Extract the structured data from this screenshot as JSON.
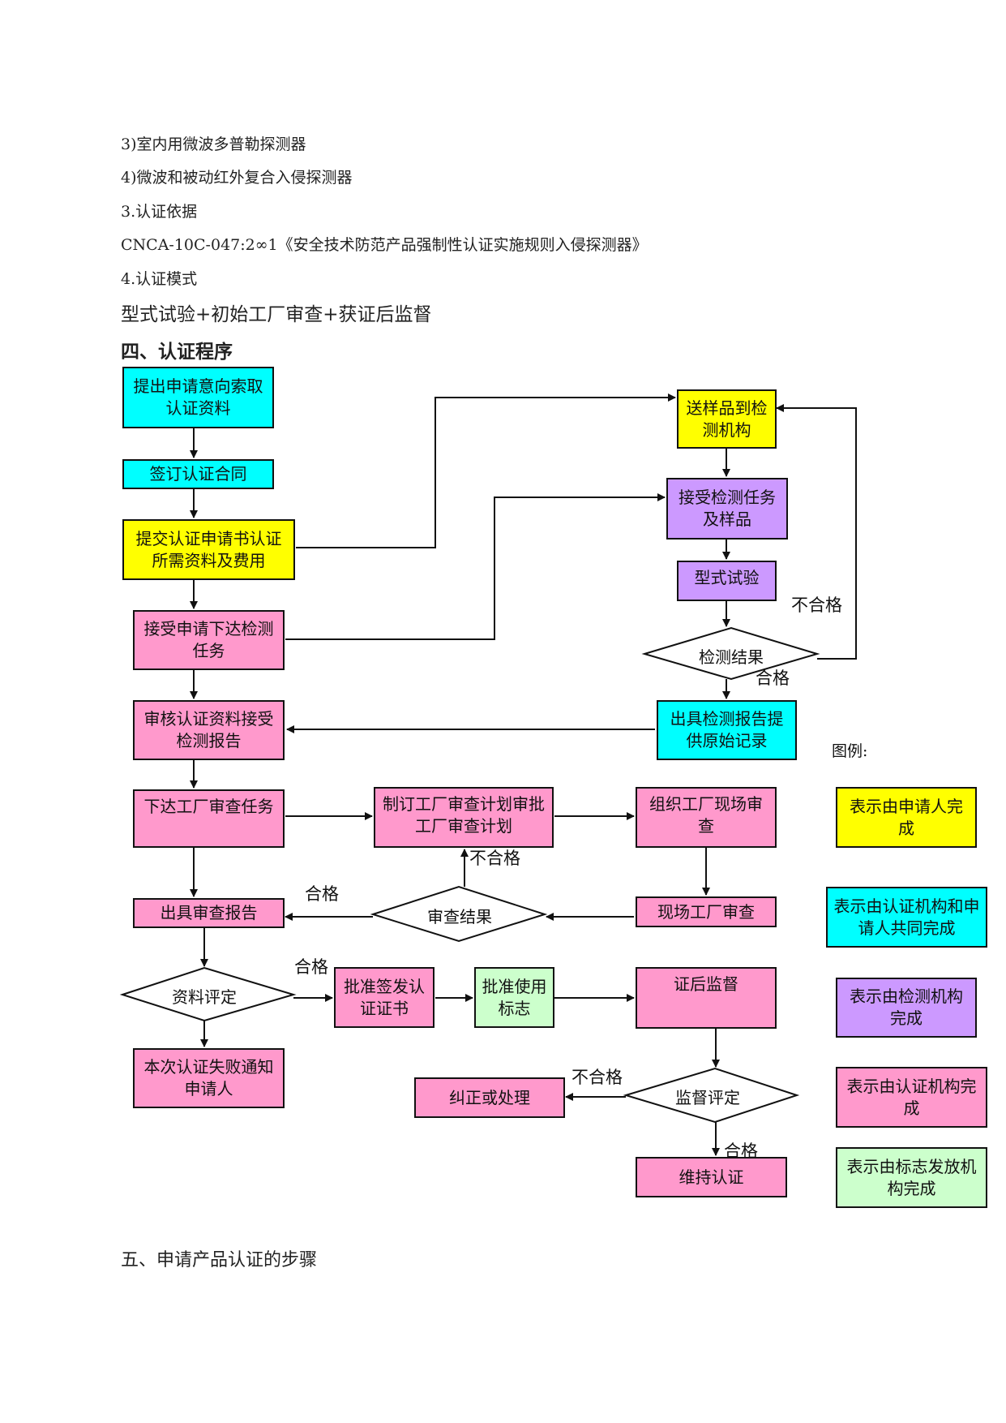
{
  "text_lines": [
    "3)室内用微波多普勒探测器",
    "4)微波和被动红外复合入侵探测器",
    "3.认证依据",
    "CNCA-10C-047:2∞1《安全技术防范产品强制性认证实施规则入侵探测器》",
    "4.认证模式"
  ],
  "mode_text": "型式试验+初始工厂审查+获证后监督",
  "section_title": "四、认证程序",
  "boxes": {
    "b1": "提出申请意向索取认证资料",
    "b2": "签订认证合同",
    "b3": "提交认证申请书认证所需资料及费用",
    "b4": "接受申请下达检测任务",
    "b5": "审核认证资料接受检测报告",
    "b6": "下达工厂审查任务",
    "b7": "出具审查报告",
    "b8": "本次认证失败通知申请人",
    "r1": "送样品到检测机构",
    "r2": "接受检测任务及样品",
    "r3": "型式试验",
    "r4": "出具检测报告提供原始记录",
    "m1": "制订工厂审查计划审批工厂审查计划",
    "m2": "组织工厂现场审查",
    "m3": "现场工厂审查",
    "m4": "批准签发认证证书",
    "m5": "批准使用标志",
    "m6": "证后监督",
    "m7": "纠正或处理",
    "m8": "维持认证"
  },
  "decisions": {
    "d1": "检测结果",
    "d2": "审查结果",
    "d3": "资料评定",
    "d4": "监督评定"
  },
  "edge_labels": {
    "fail1": "不合格",
    "pass1": "合格",
    "fail2": "不合格",
    "pass2": "合格",
    "pass3": "合格",
    "fail3": "不合格",
    "pass4": "合格"
  },
  "legend": {
    "title": "图例:",
    "items": [
      {
        "text": "表示由申请人完成",
        "color": "#ffff00"
      },
      {
        "text": "表示由认证机构和申请人共同完成",
        "color": "#00ffff"
      },
      {
        "text": "表示由检测机构完成",
        "color": "#cc99ff"
      },
      {
        "text": "表示由认证机构完成",
        "color": "#ff99cc"
      },
      {
        "text": "表示由标志发放机构完成",
        "color": "#ccffcc"
      }
    ]
  },
  "footer_text": "五、申请产品认证的步骤"
}
